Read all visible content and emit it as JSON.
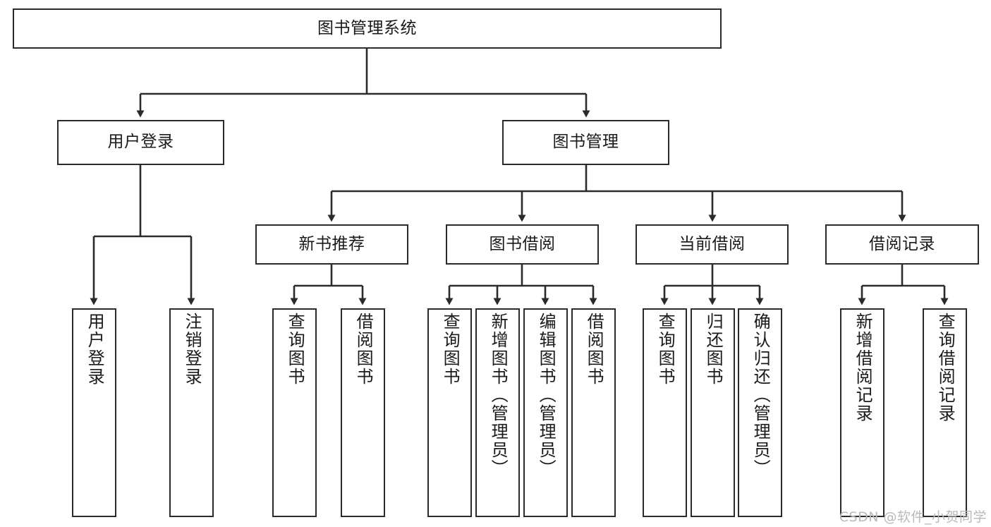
{
  "diagram": {
    "title_node": {
      "label": "图书管理系统"
    },
    "level2": [
      {
        "id": "user-login",
        "label": "用户登录"
      },
      {
        "id": "book-manage",
        "label": "图书管理"
      }
    ],
    "level3": [
      {
        "id": "new-book-recommend",
        "label": "新书推荐"
      },
      {
        "id": "book-borrow",
        "label": "图书借阅"
      },
      {
        "id": "current-borrow",
        "label": "当前借阅"
      },
      {
        "id": "borrow-record",
        "label": "借阅记录"
      }
    ],
    "leaves": {
      "user_login": [
        {
          "id": "leaf-user-login",
          "label": "用户登录"
        },
        {
          "id": "leaf-logout-login",
          "label": "注销登录"
        }
      ],
      "new_book_recommend": [
        {
          "id": "leaf-query-book-1",
          "label": "查询图书"
        },
        {
          "id": "leaf-borrow-book-1",
          "label": "借阅图书"
        }
      ],
      "book_borrow": [
        {
          "id": "leaf-query-book-2",
          "label": "查询图书"
        },
        {
          "id": "leaf-add-book",
          "label": "新增图书（管理员）"
        },
        {
          "id": "leaf-edit-book",
          "label": "编辑图书（管理员）"
        },
        {
          "id": "leaf-borrow-book-2",
          "label": "借阅图书"
        }
      ],
      "current_borrow": [
        {
          "id": "leaf-query-book-3",
          "label": "查询图书"
        },
        {
          "id": "leaf-return-book",
          "label": "归还图书"
        },
        {
          "id": "leaf-confirm-return",
          "label": "确认归还（管理员）"
        }
      ],
      "borrow_record": [
        {
          "id": "leaf-add-record",
          "label": "新增借阅记录"
        },
        {
          "id": "leaf-query-record",
          "label": "查询借阅记录"
        }
      ]
    },
    "watermark": "CSDN @软件_小贺同学",
    "colors": {
      "stroke": "#2b2b2b",
      "fill": "#ffffff",
      "text": "#1a1a1a",
      "watermark": "#b9b9b9"
    }
  }
}
